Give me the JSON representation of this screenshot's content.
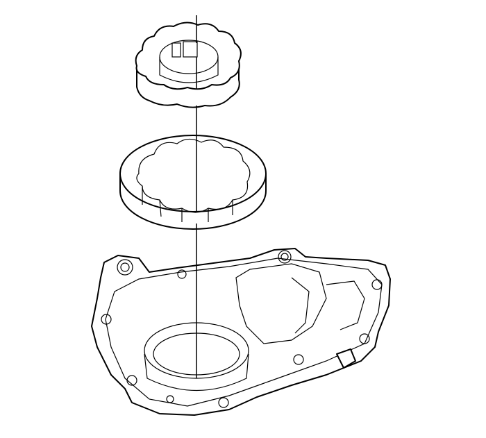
{
  "figure": {
    "parts": [
      "inner-rotor",
      "outer-rotor",
      "oil-pump-housing"
    ],
    "colors": {
      "line": "#000000",
      "background": "#ffffff"
    }
  }
}
